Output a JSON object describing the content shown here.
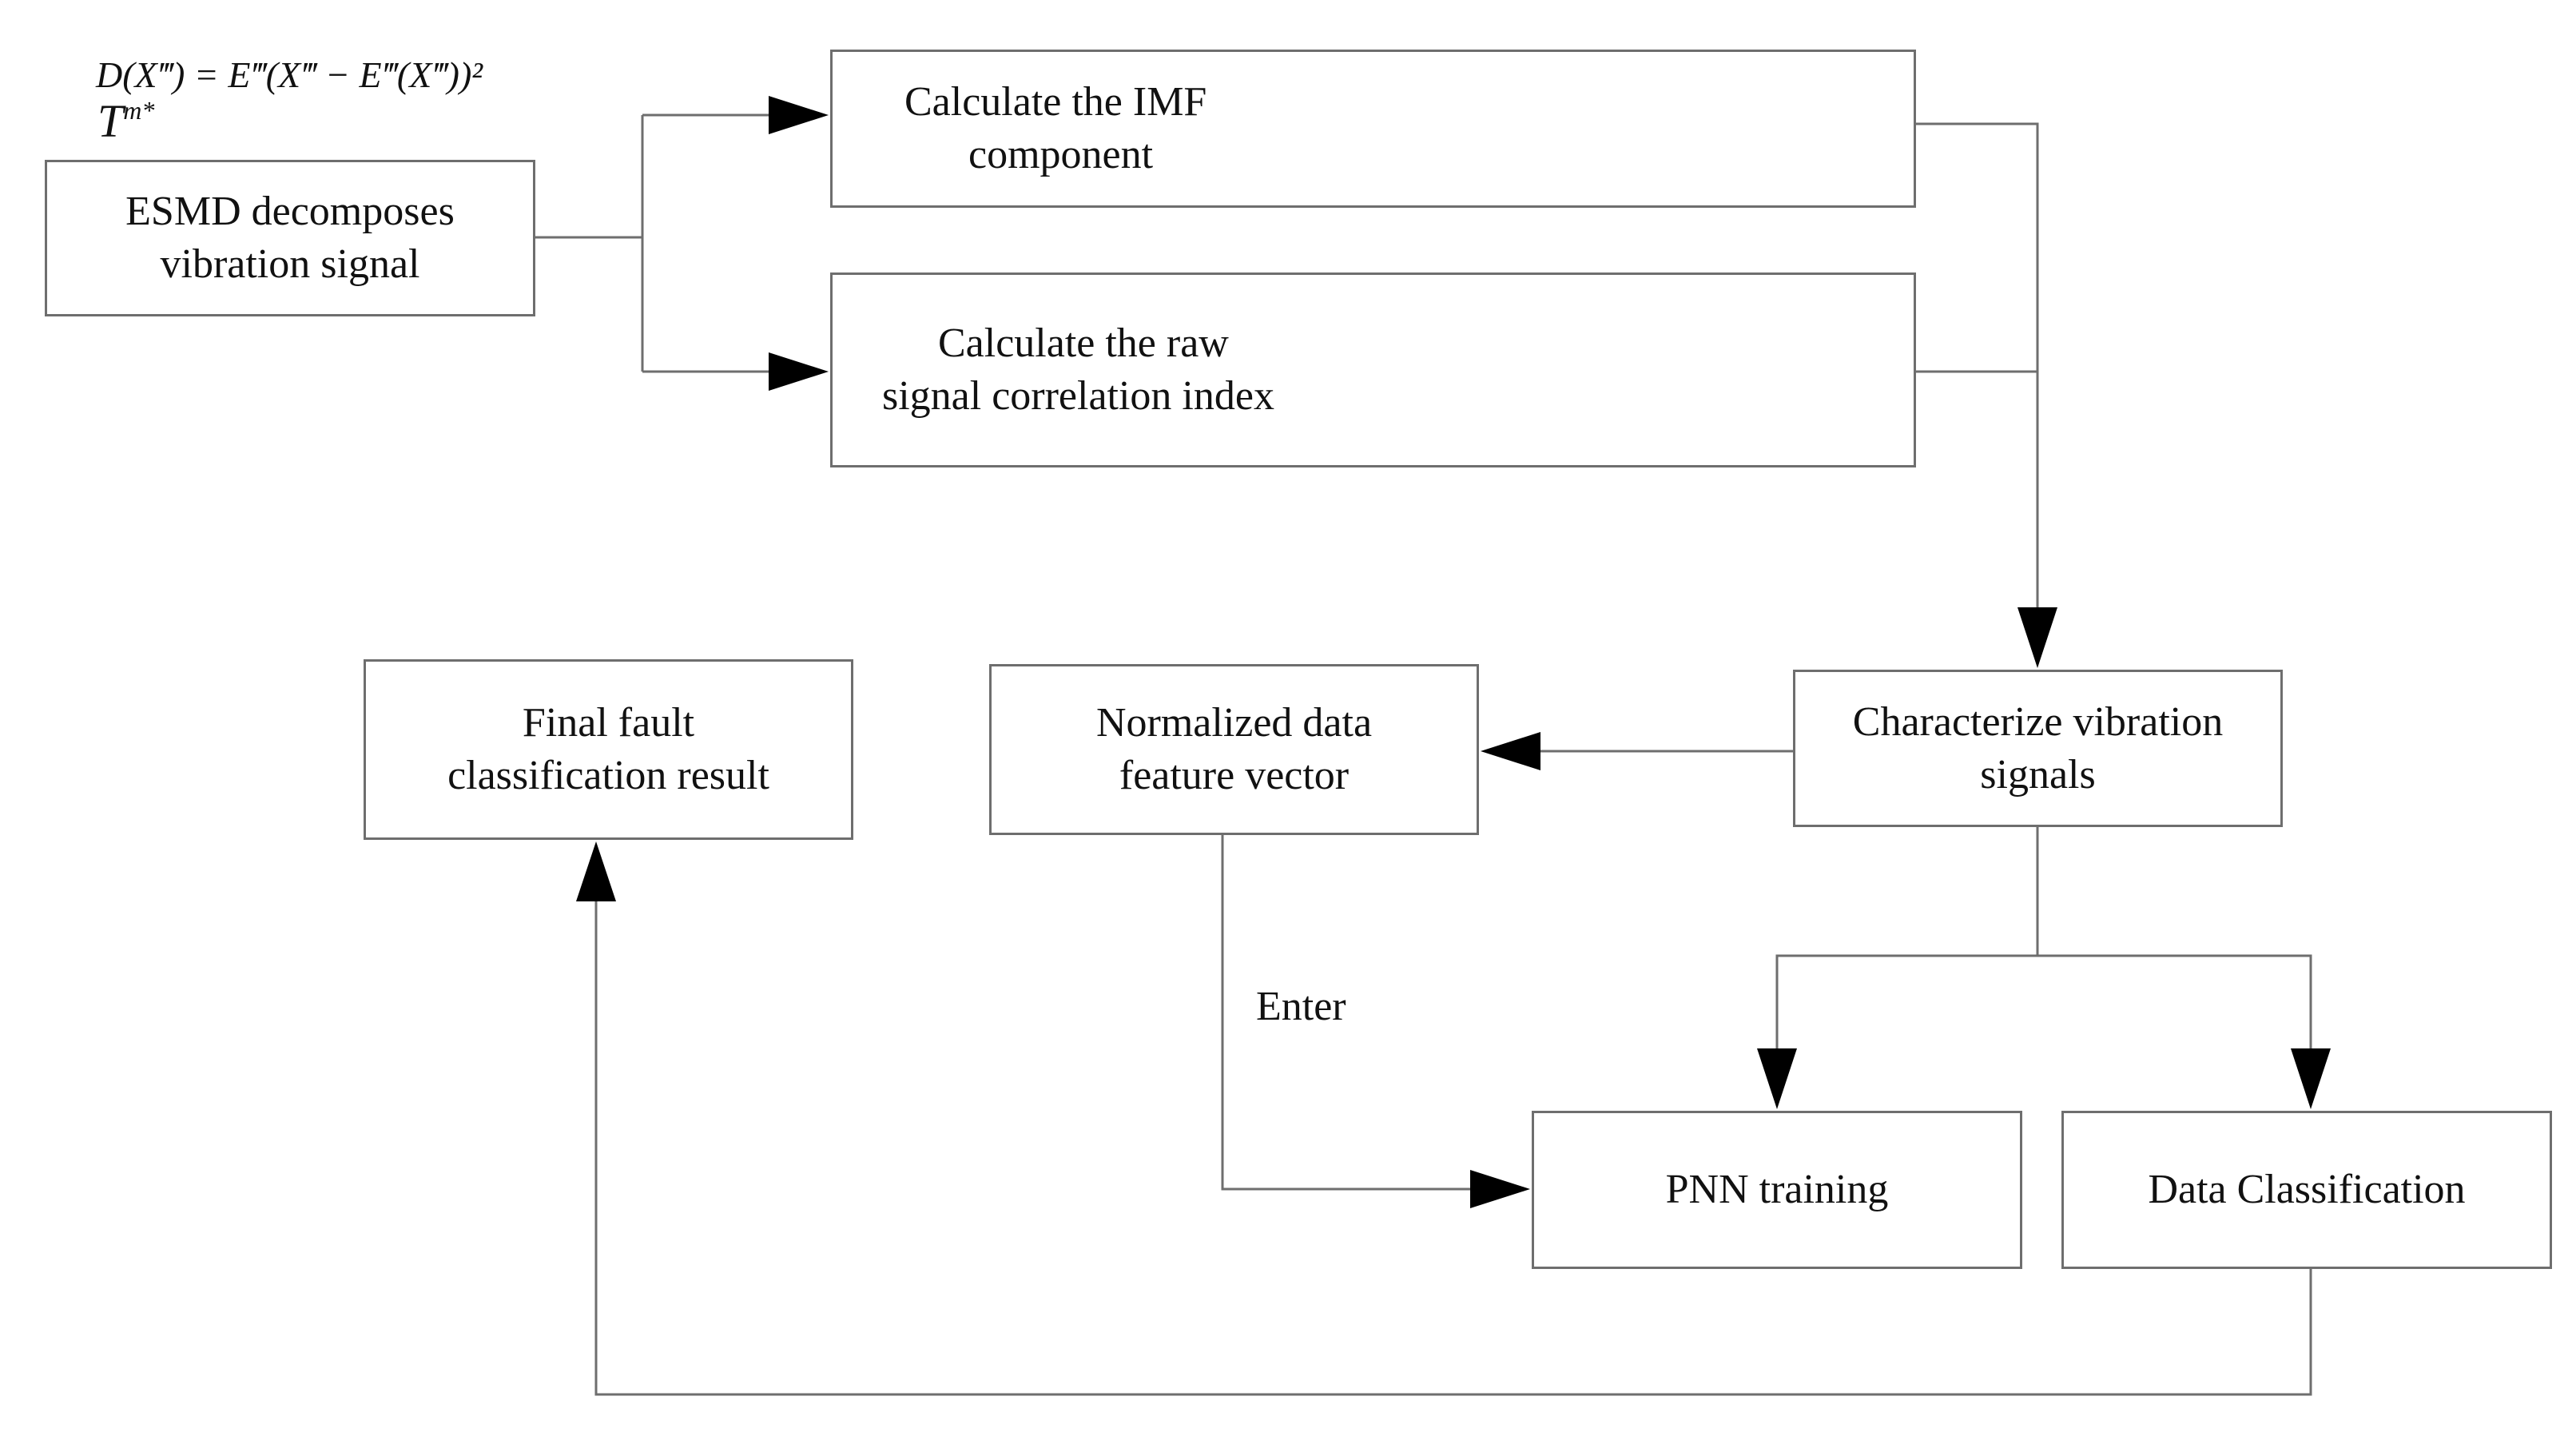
{
  "diagram": {
    "formula": {
      "text": "D(X‴) = E‴(X‴ − E‴(X‴))²",
      "symbol": "T",
      "symbol_superscript": "m*"
    },
    "nodes": {
      "esmd": {
        "line1": "ESMD decomposes",
        "line2": "vibration signal"
      },
      "imf": {
        "line1": "Calculate the IMF",
        "line2": "component"
      },
      "corr": {
        "line1": "Calculate the raw",
        "line2": "signal correlation index"
      },
      "char": {
        "line1": "Characterize vibration",
        "line2": "signals"
      },
      "norm": {
        "line1": "Normalized data",
        "line2": "feature vector"
      },
      "final": {
        "line1": "Final fault",
        "line2": "classification result"
      },
      "pnn": {
        "line1": "PNN training"
      },
      "dc": {
        "line1": "Data Classification"
      }
    },
    "edge_labels": {
      "enter": "Enter"
    },
    "colors": {
      "line": "#6e6e6e",
      "arrowhead": "#000000",
      "text": "#111111"
    }
  }
}
